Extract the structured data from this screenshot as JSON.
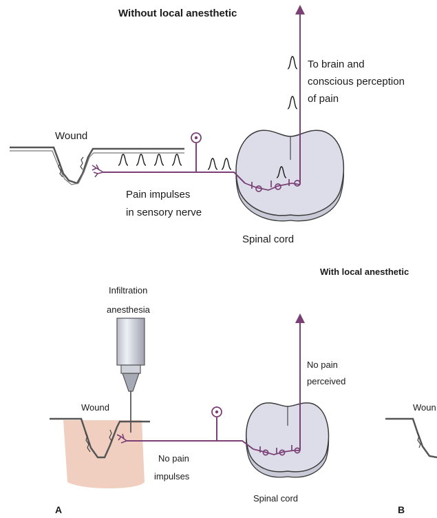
{
  "panel_top": {
    "heading": "Without local anesthetic",
    "wound_label": "Wound",
    "pain_label_line1": "Pain impulses",
    "pain_label_line2": "in sensory nerve",
    "brain_label_line1": "To brain and",
    "brain_label_line2": "conscious perception",
    "brain_label_line3": "of pain",
    "cord_label": "Spinal cord"
  },
  "panel_bottom": {
    "heading": "With local anesthetic",
    "infiltration_line1": "Infiltration",
    "infiltration_line2": "anesthesia",
    "wound_label": "Wound",
    "no_pain_perceived_line1": "No pain",
    "no_pain_perceived_line2": "perceived",
    "no_impulses_line1": "No pain",
    "no_impulses_line2": "impulses",
    "cord_label": "Spinal cord",
    "wound_label_b": "Woun"
  },
  "panel_letters": {
    "a": "A",
    "b": "B"
  },
  "colors": {
    "nerve": "#7a3f74",
    "cord_fill": "#dcdde9",
    "cord_stroke": "#3a3a3a",
    "tissue": "#f1cfc0",
    "skin": "#555555"
  }
}
